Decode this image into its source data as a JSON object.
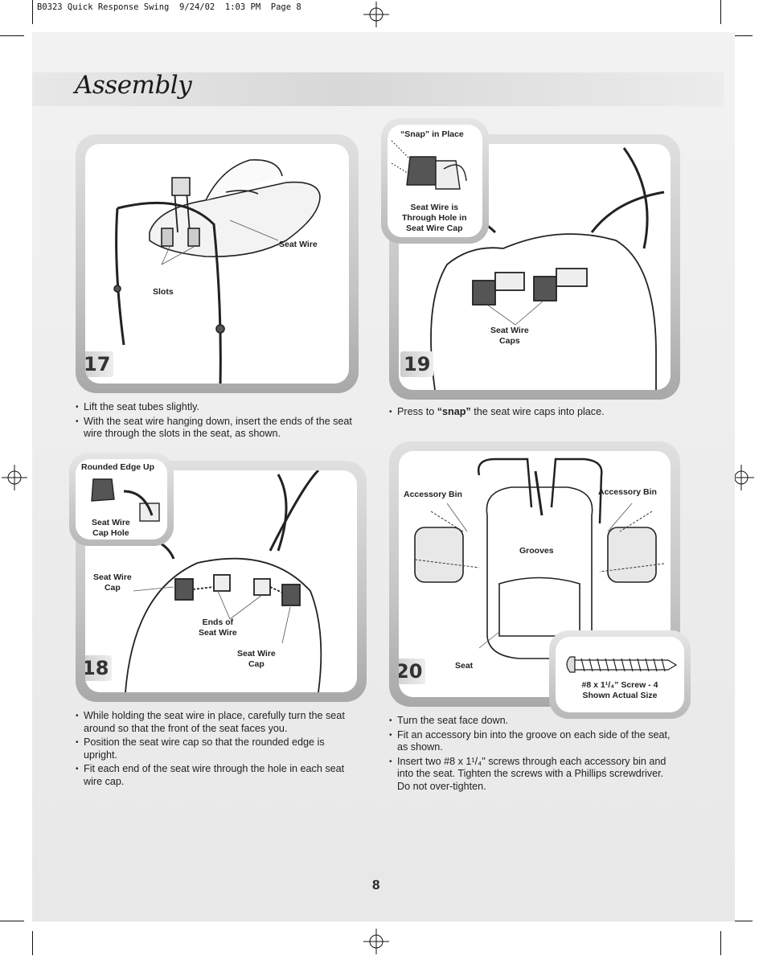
{
  "slug": "B0323 Quick Response Swing  9/24/02  1:03 PM  Page 8",
  "header": {
    "title": "Assembly"
  },
  "steps": {
    "s17": {
      "number": "17",
      "callouts": {
        "seat_wire": "Seat Wire",
        "slots": "Slots"
      },
      "instructions": [
        "Lift the seat tubes slightly.",
        "With the seat wire hanging down, insert the ends of the seat wire through the slots in the seat, as shown."
      ]
    },
    "s19": {
      "number": "19",
      "inset": {
        "snap": "“Snap” in Place",
        "through": "Seat Wire is\nThrough Hole in\nSeat Wire Cap"
      },
      "callouts": {
        "caps": "Seat Wire\nCaps"
      },
      "instruction_pre": "Press to ",
      "instruction_bold": "“snap”",
      "instruction_post": " the seat wire caps into place."
    },
    "s18": {
      "number": "18",
      "inset": {
        "rounded": "Rounded Edge Up",
        "cap_hole": "Seat Wire\nCap Hole"
      },
      "callouts": {
        "cap_left": "Seat Wire\nCap",
        "ends": "Ends of\nSeat Wire",
        "cap_right": "Seat Wire\nCap"
      },
      "instructions": [
        "While holding the seat wire in place, carefully turn the seat around so that the front of the seat faces you.",
        "Position the seat wire cap so that the rounded edge is upright.",
        "Fit each end of the seat wire through the hole in each seat wire cap."
      ]
    },
    "s20": {
      "number": "20",
      "callouts": {
        "bin_left": "Accessory Bin",
        "bin_right": "Accessory Bin",
        "grooves": "Grooves",
        "seat": "Seat"
      },
      "screw": {
        "label_line1": "#8 x 1¹/₄” Screw - 4",
        "label_line2": "Shown Actual Size"
      },
      "instructions": [
        "Turn the seat face down.",
        "Fit an accessory bin into the groove on each side of the seat, as shown.",
        "Insert two #8 x 1¹/₄\" screws through each accessory bin and into the seat. Tighten the screws with a Phillips screwdriver. Do not over-tighten."
      ]
    }
  },
  "page_number": "8"
}
